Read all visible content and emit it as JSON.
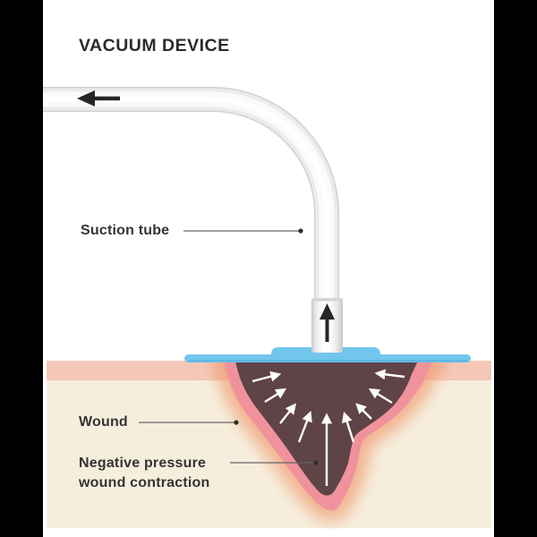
{
  "title": "VACUUM DEVICE",
  "labels": {
    "suction_tube": "Suction tube",
    "wound": "Wound",
    "contraction_line1": "Negative pressure",
    "contraction_line2": "wound contraction"
  },
  "icons": {
    "flow_left_arrow": "left-arrow-icon",
    "flow_up_arrow": "up-arrow-icon",
    "contraction_arrows": "white-inward-arrow-icons"
  },
  "diagram": {
    "subject": "Negative pressure wound therapy vacuum device",
    "contraction_arrow_count": 9
  },
  "colors": {
    "frame": "#000000",
    "background": "#ffffff",
    "skin": "#f4c8b8",
    "subcutaneous": "#f6eedd",
    "wound_border": "#f0929b",
    "wound_interior": "#5e4347",
    "wound_glow": "#f0a078",
    "dressing_blue": "#72c5ec",
    "dressing_blue_edge": "#57b1e3",
    "tube_body": "#fafafa",
    "tube_edge": "#d2d2d2",
    "text": "#2b2b2b",
    "flow_arrow": "#262626",
    "contraction_arrow": "#ffffff"
  }
}
